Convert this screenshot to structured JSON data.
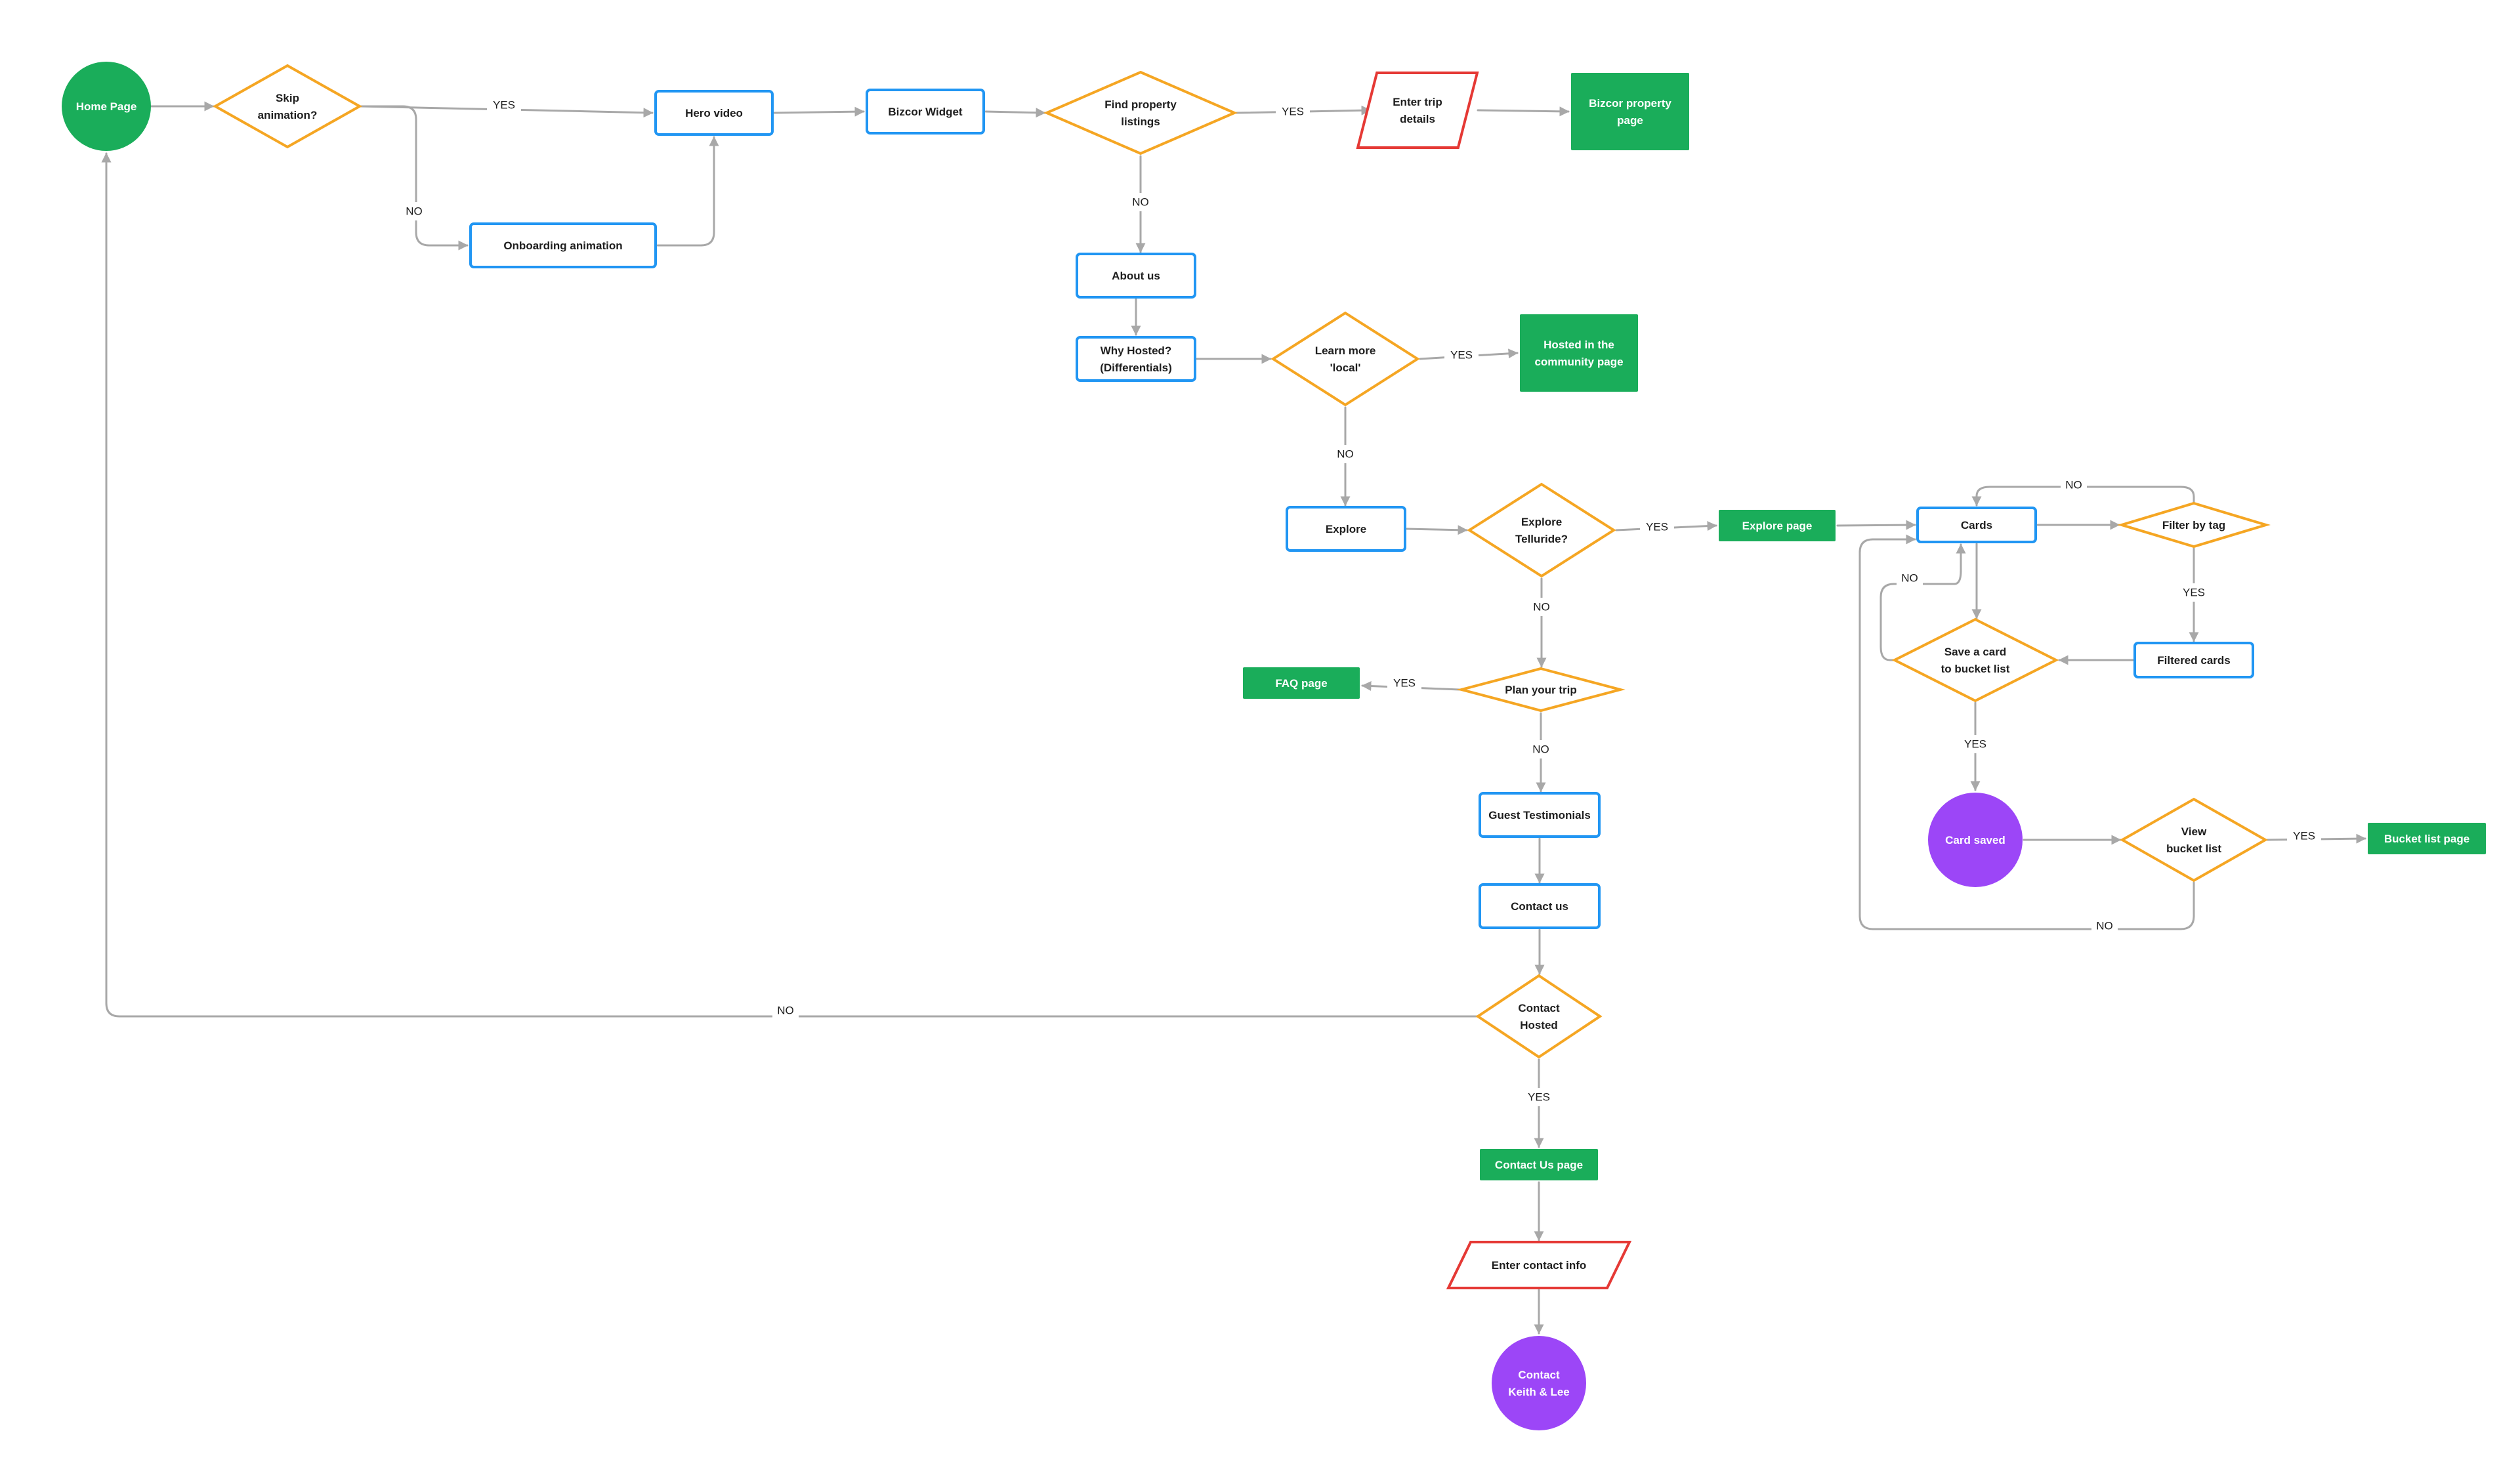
{
  "colors": {
    "process": "#2196f3",
    "decision": "#f5a623",
    "io": "#e53935",
    "page": "#1aad5a",
    "terminal": "#9c46f7",
    "edge": "#a8a8a8",
    "label": "#1e1e1e"
  },
  "nodes": {
    "home_page": "Home Page",
    "skip_animation": "Skip\nanimation?",
    "hero_video": "Hero video",
    "onboarding_animation": "Onboarding animation",
    "bizcor_widget": "Bizcor Widget",
    "find_property_listings": "Find property\nlistings",
    "enter_trip_details": "Enter trip\ndetails",
    "bizcor_property_page": "Bizcor property\npage",
    "about_us": "About us",
    "why_hosted": "Why Hosted?\n(Differentials)",
    "learn_more_local": "Learn more\n'local'",
    "hosted_community_page": "Hosted in the\ncommunity page",
    "explore": "Explore",
    "explore_telluride": "Explore\nTelluride?",
    "explore_page": "Explore page",
    "plan_your_trip": "Plan your trip",
    "faq_page": "FAQ page",
    "guest_testimonials": "Guest Testimonials",
    "contact_us": "Contact us",
    "contact_hosted": "Contact\nHosted",
    "contact_us_page": "Contact Us page",
    "enter_contact_info": "Enter contact info",
    "contact_keith_lee": "Contact\nKeith & Lee",
    "cards": "Cards",
    "filter_by_tag": "Filter by tag",
    "filtered_cards": "Filtered cards",
    "save_card": "Save a card\nto bucket list",
    "card_saved": "Card saved",
    "view_bucket_list": "View\nbucket list",
    "bucket_list_page": "Bucket list page"
  },
  "edge_labels": {
    "yes": "YES",
    "no": "NO"
  }
}
